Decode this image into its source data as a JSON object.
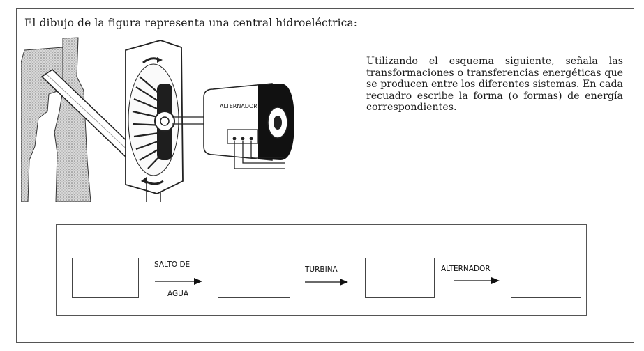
{
  "intro": "El dibujo de la figura representa una central hidroeléctrica:",
  "instructions": "Utilizando el esquema siguiente, señala las transformaciones o transferencias energéticas que se producen entre los diferentes sistemas. En cada recuadro escribe la forma (o formas) de energía correspondientes.",
  "illustration": {
    "alternator_label": "ALTERNADOR"
  },
  "diagram": {
    "steps": [
      {
        "top": "SALTO DE",
        "bottom": "AGUA"
      },
      {
        "top": "TURBINA"
      },
      {
        "top": "ALTERNADOR"
      }
    ],
    "boxes": [
      "",
      "",
      "",
      ""
    ]
  }
}
